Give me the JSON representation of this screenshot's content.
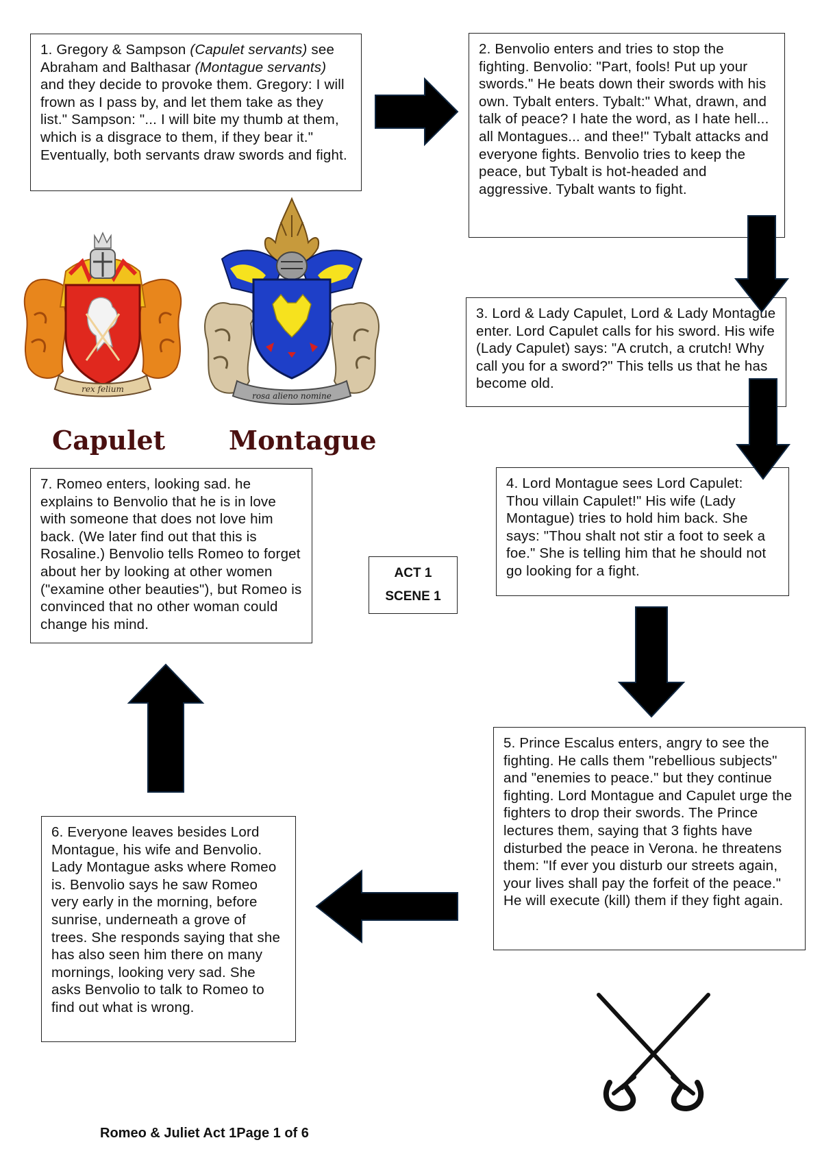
{
  "steps": [
    {
      "id": "1",
      "parts": [
        {
          "t": "1. Gregory & Sampson "
        },
        {
          "t": "(Capulet servants)",
          "i": true
        },
        {
          "t": " see Abraham and Balthasar "
        },
        {
          "t": "(Montague servants)",
          "i": true
        },
        {
          "t": " and they decide to provoke them. Gregory: I will frown as I pass by, and let them take as they list.\" Sampson: \"... I will bite my thumb at them, which is a disgrace to them, if they bear it.\" Eventually, both servants draw swords and fight."
        }
      ]
    },
    {
      "id": "2",
      "parts": [
        {
          "t": "2. Benvolio enters and tries to stop the fighting. Benvolio: \"Part, fools! Put up your swords.\" He beats down their swords with his own. Tybalt enters. Tybalt:\" What, drawn, and talk of peace? I hate the word, as I hate hell... all Montagues... and thee!\" Tybalt attacks and everyone fights. Benvolio tries to keep the peace, but Tybalt is hot-headed and aggressive. Tybalt wants to fight."
        }
      ]
    },
    {
      "id": "3",
      "parts": [
        {
          "t": "3. Lord & Lady Capulet, Lord & Lady Montague enter. Lord Capulet calls for his sword. His wife (Lady Capulet) says: \"A crutch, a crutch! Why call you for a sword?\" This tells us that he has become old."
        }
      ]
    },
    {
      "id": "4",
      "parts": [
        {
          "t": "4. Lord Montague sees Lord Capulet: Thou villain Capulet!\" His wife (Lady Montague) tries to hold him back. She says: \"Thou shalt not stir a foot to seek a foe.\" She is telling him that he should not go looking for a fight."
        }
      ]
    },
    {
      "id": "5",
      "parts": [
        {
          "t": "5. Prince Escalus enters, angry to see the fighting. He calls them \"rebellious subjects\" and \"enemies to peace.\" but they continue fighting. Lord Montague and Capulet urge the fighters to drop their swords. The Prince lectures them, saying that 3 fights have disturbed the peace in Verona. he threatens them: \"If ever you disturb our streets again, your lives shall pay the forfeit of the peace.\" He will execute (kill) them if they fight again."
        }
      ]
    },
    {
      "id": "6",
      "parts": [
        {
          "t": "6. Everyone leaves besides Lord Montague, his wife and Benvolio. Lady Montague asks where Romeo is. Benvolio says he saw Romeo very early in the morning, before sunrise, underneath a grove of trees. She responds saying that she has also seen him there on many mornings, looking very sad. She asks Benvolio to talk to Romeo to find out what is wrong."
        }
      ]
    },
    {
      "id": "7",
      "parts": [
        {
          "t": "7. Romeo enters, looking sad. he explains to Benvolio that he is in love with someone that does not love him back. (We later find out that this is Rosaline.) Benvolio tells Romeo to forget about her by looking at other women (\"examine other beauties\"), but Romeo is convinced that no other woman could change his mind."
        }
      ]
    }
  ],
  "center_label": {
    "line1": "ACT 1",
    "line2": "SCENE 1"
  },
  "crests": {
    "capulet": {
      "name": "Capulet",
      "motto": "rex felium",
      "shield_color": "#e0281e",
      "mantle_color": "#f2c21c"
    },
    "montague": {
      "name": "Montague",
      "motto": "rosa alieno nomine",
      "shield_color": "#1e3fc8",
      "mantle_color": "#f6e21e"
    }
  },
  "footer": "Romeo & Juliet Act 1Page 1 of 6",
  "arrows": [
    {
      "from": "1",
      "to": "2",
      "direction": "right"
    },
    {
      "from": "2",
      "to": "3",
      "direction": "down"
    },
    {
      "from": "3",
      "to": "4",
      "direction": "down"
    },
    {
      "from": "4",
      "to": "5",
      "direction": "down"
    },
    {
      "from": "5",
      "to": "6",
      "direction": "left"
    },
    {
      "from": "6",
      "to": "7",
      "direction": "up"
    }
  ],
  "icons": {
    "crossed_swords": "crossed-swords-icon"
  }
}
